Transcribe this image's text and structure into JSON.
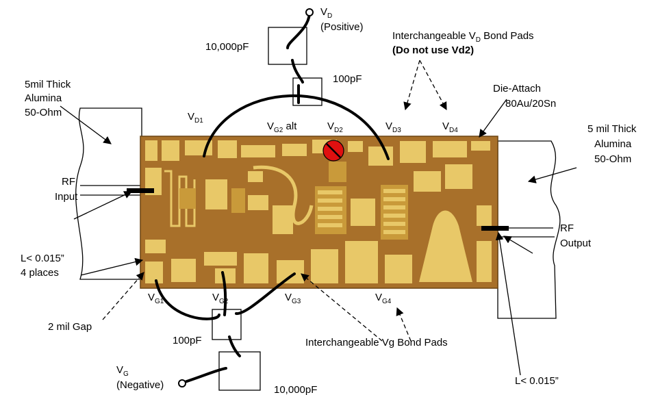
{
  "labels": {
    "vd": "V",
    "vd_sub": "D",
    "vd_positive": "(Positive)",
    "cap_10000_top": "10,000pF",
    "cap_100_top": "100pF",
    "interchangeable_vd_prefix": "Interchangeable V",
    "interchangeable_vd_sub": "D",
    "interchangeable_vd_suffix": " Bond Pads",
    "do_not_use": "(Do not use Vd2)",
    "die_attach_1": "Die-Attach",
    "die_attach_2": "80Au/20Sn",
    "alumina_left_1": "5mil Thick",
    "alumina_left_2": "Alumina",
    "alumina_left_3": "50-Ohm",
    "alumina_right_1": "5 mil Thick",
    "alumina_right_2": "Alumina",
    "alumina_right_3": "50-Ohm",
    "vd1": "V",
    "vd1_sub": "D1",
    "vg2alt": "V",
    "vg2alt_sub": "G2",
    "vg2alt_suffix": " alt",
    "vd2": "V",
    "vd2_sub": "D2",
    "vd3": "V",
    "vd3_sub": "D3",
    "vd4": "V",
    "vd4_sub": "D4",
    "rf_input_1": "RF",
    "rf_input_2": "Input",
    "rf_output_1": "RF",
    "rf_output_2": "Output",
    "l_left_1": "L< 0.015”",
    "l_left_2": "4 places",
    "vg1": "V",
    "vg1_sub": "G1",
    "vg2": "V",
    "vg2_sub": "G2",
    "vg3": "V",
    "vg3_sub": "G3",
    "vg4": "V",
    "vg4_sub": "G4",
    "gap": "2 mil Gap",
    "cap_100_bottom": "100pF",
    "interchangeable_vg": "Interchangeable Vg Bond Pads",
    "l_right": "L< 0.015”",
    "vg": "V",
    "vg_sub": "G",
    "vg_negative": "(Negative)",
    "cap_10000_bottom": "10,000pF"
  },
  "colors": {
    "die_body": "#a8702a",
    "die_gold": "#e8c868",
    "die_gold_dark": "#c99a3a",
    "forbidden": "#e01010",
    "line": "#000000"
  },
  "icons": {
    "forbidden_pad": "no-entry-circle-icon",
    "supply_terminal": "terminal-circle-icon"
  }
}
